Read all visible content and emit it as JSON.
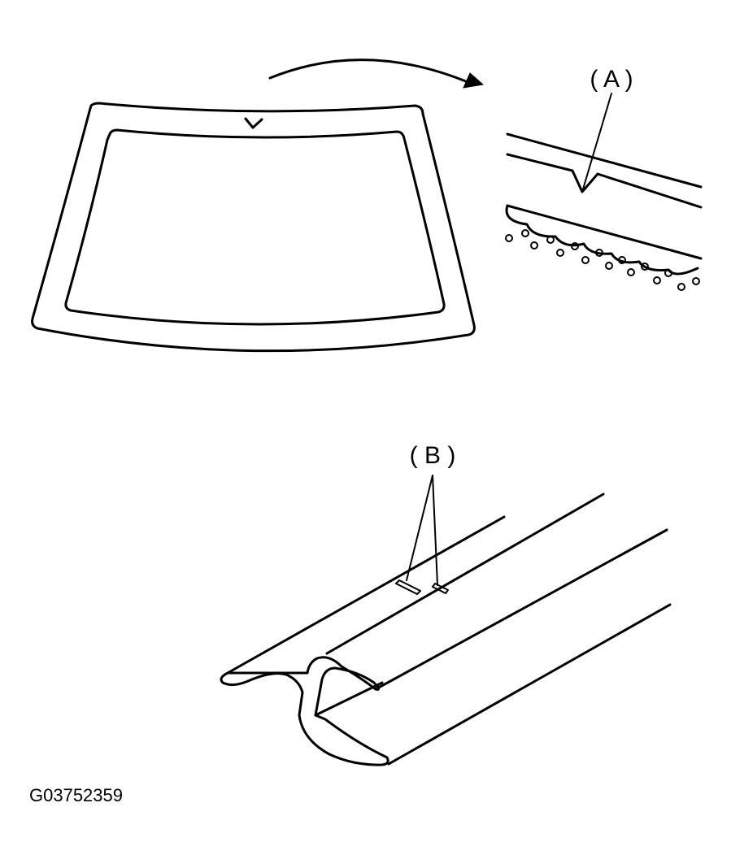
{
  "labels": {
    "callout_a": "( A )",
    "callout_b": "( B )"
  },
  "figure_code": "G03752359"
}
